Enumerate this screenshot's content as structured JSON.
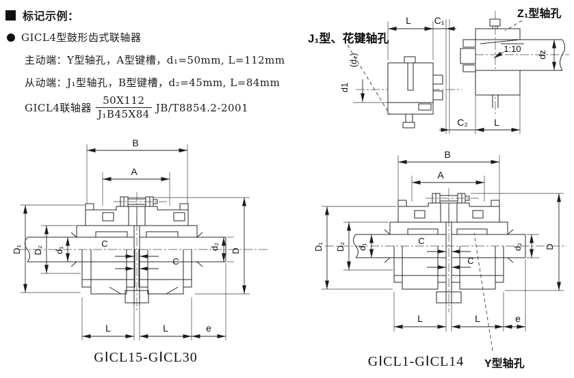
{
  "colors": {
    "ink": "#1c1c1c",
    "paper": "#ffffff"
  },
  "marking_example": {
    "heading": "标记示例：",
    "product": "GICL4型鼓形齿式联轴器",
    "drive_end": "主动端：Y型轴孔，A型键槽，d₁=50mm, L=112mm",
    "driven_end": "从动端：J₁型轴孔，B型键槽，d₂=45mm, L=84mm",
    "designation": {
      "prefix": "GICL4联轴器",
      "numerator": "50X112",
      "denominator": "J₁B45X84",
      "standard": "JB/T8854.2-2001"
    }
  },
  "shaft_hole_views": {
    "j1_spline_label": "J₁型、花键轴孔",
    "z1_label": "Z₁型轴孔",
    "taper_ratio": "1:10",
    "dims": {
      "L_top": "L",
      "C1": "C₁",
      "C2": "C₂",
      "L_bottom": "L",
      "d1": "d1",
      "d2_paren": "(d₂)",
      "dz": "dz"
    }
  },
  "coupling_view_large": {
    "title": "GⅠCL15-GⅠCL30",
    "dims": {
      "B": "B",
      "A": "A",
      "D1": "D₁",
      "D2": "D₂",
      "d1": "d₁",
      "d2": "d₂",
      "D": "D",
      "C_left": "C",
      "C_right": "C",
      "L_left": "L",
      "L_right": "L",
      "e": "e"
    }
  },
  "coupling_view_small": {
    "title": "GⅠCL1-GⅠCL14",
    "y_hole_label": "Y型轴孔",
    "dims": {
      "B": "B",
      "A": "A",
      "D1": "D₁",
      "D2": "D₂",
      "d1": "d₁",
      "d2": "d₂",
      "D": "D",
      "C_left": "C",
      "C_right": "C",
      "L_left": "L",
      "L_right": "L",
      "e": "e"
    }
  }
}
